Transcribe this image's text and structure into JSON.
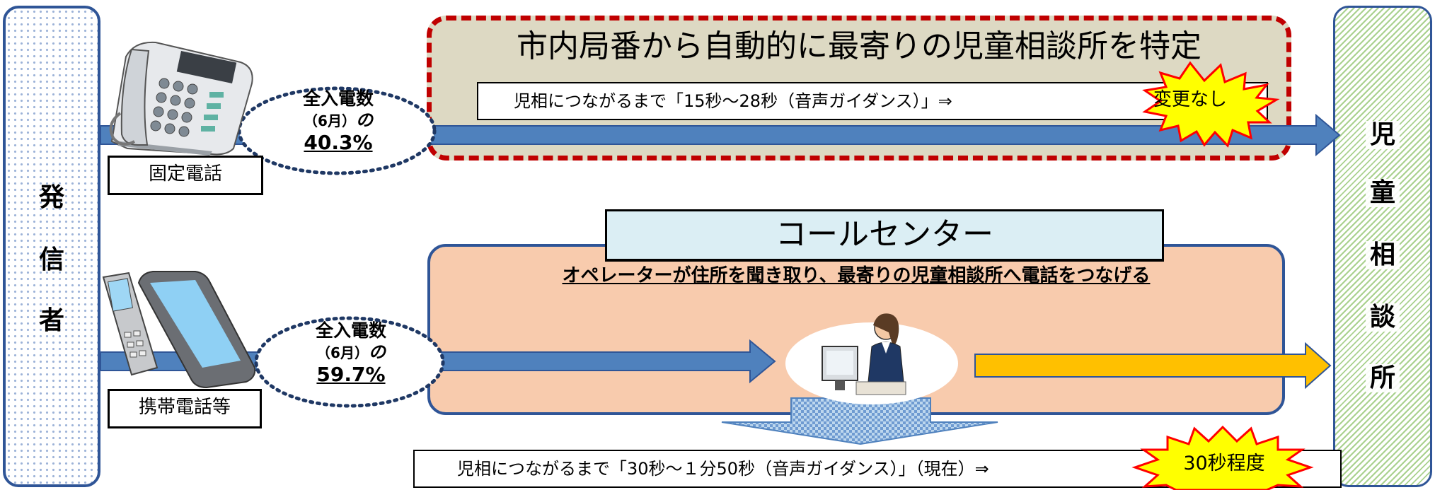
{
  "sender": {
    "chars": [
      "発",
      "信",
      "者"
    ]
  },
  "receiver": {
    "chars": [
      "児",
      "童",
      "相",
      "談",
      "所"
    ]
  },
  "landline": {
    "title": "市内局番から自動的に最寄りの児童相談所を特定",
    "time_text": "児相につながるまで「15秒〜28秒（音声ガイダンス）」⇒",
    "device_label": "固定電話",
    "stat": {
      "line1": "全入電数",
      "line2_paren": "（6月）",
      "line2_suffix": "の",
      "percent": "40.3%"
    },
    "badge": "変更なし"
  },
  "call_center": {
    "title": "コールセンター",
    "caption": "オペレーターが住所を聞き取り、最寄りの児童相談所へ電話をつなげる"
  },
  "mobile": {
    "time_text": "児相につながるまで「30秒〜１分50秒（音声ガイダンス）」（現在）⇒",
    "device_label": "携帯電話等",
    "stat": {
      "line1": "全入電数",
      "line2_paren": "（6月）",
      "line2_suffix": "の",
      "percent": "59.7%"
    },
    "badge": "30秒程度"
  },
  "colors": {
    "arrow_blue": "#4f81bd",
    "arrow_orange": "#ffc000",
    "dashed_border_red": "#c00000",
    "landline_panel": "#ddd9c3",
    "call_center_panel": "#f8cbad",
    "call_center_title": "#dbeef4",
    "burst_fill": "#ffff00",
    "burst_border": "#ff0000",
    "receiver_hatch": "#a9d18e"
  },
  "icons": [
    "desk-phone-icon",
    "mobile-phones-icon",
    "operator-icon",
    "burst-icon"
  ]
}
